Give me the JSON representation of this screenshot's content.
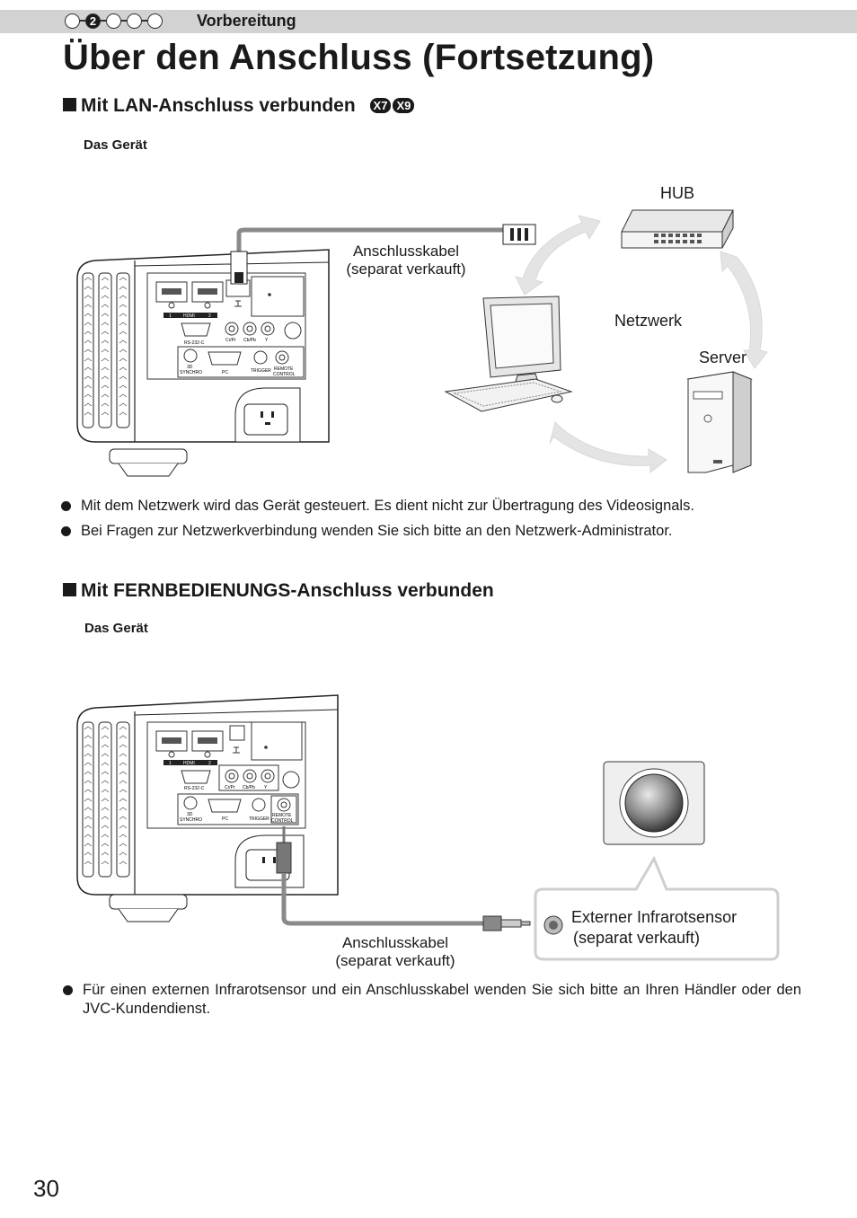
{
  "header": {
    "steps": [
      "",
      "2",
      "",
      "",
      ""
    ],
    "active_step": 1,
    "chapter": "Vorbereitung"
  },
  "title": "Über den Anschluss (Fortsetzung)",
  "section_lan": {
    "heading": "Mit LAN-Anschluss verbunden",
    "badges": [
      "X7",
      "X9"
    ],
    "device_label": "Das Gerät",
    "labels": {
      "hub": "HUB",
      "cable_line1": "Anschlusskabel",
      "cable_line2": "(separat verkauft)",
      "network": "Netzwerk",
      "server": "Server"
    },
    "bullets": [
      "Mit dem Netzwerk wird das Gerät gesteuert. Es dient nicht zur Übertragung des Videosignals.",
      "Bei Fragen zur Netzwerkverbindung wenden Sie sich bitte an den Netzwerk-Administrator."
    ]
  },
  "section_remote": {
    "heading": "Mit FERNBEDIENUNGS-Anschluss verbunden",
    "device_label": "Das Gerät",
    "labels": {
      "cable_line1": "Anschlusskabel",
      "cable_line2": "(separat verkauft)",
      "sensor_line1": "Externer Infrarotsensor",
      "sensor_line2": "(separat verkauft)"
    },
    "bullets": [
      "Für einen externen Infrarotsensor und ein Anschlusskabel wenden Sie sich bitte an Ihren Händler oder den JVC-Kundendienst."
    ]
  },
  "panel_labels": {
    "hdmi": "HDMI",
    "hdmi1": "1",
    "hdmi2": "2",
    "rs232": "RS-232-C",
    "crpr": "Cr/Pr",
    "cbpb": "Cb/Pb",
    "y": "Y",
    "synchro_3d": "3D",
    "synchro": "SYNCHRO",
    "pc": "PC",
    "trigger": "TRIGGER",
    "remote": "REMOTE",
    "control": "CONTROL"
  },
  "page_number": "30",
  "colors": {
    "bar": "#d2d2d2",
    "cable": "#8a8a8a",
    "arrow": "#e4e4e4"
  }
}
